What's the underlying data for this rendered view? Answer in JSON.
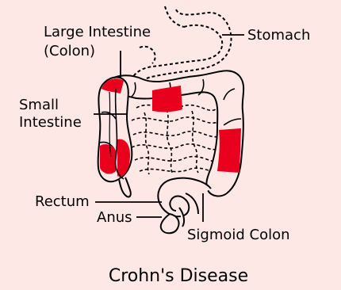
{
  "title": "Crohn's Disease",
  "labels": {
    "large_intestine_line1": "Large Intestine",
    "large_intestine_line2": "(Colon)",
    "stomach": "Stomach",
    "small_intestine_line1": "Small",
    "small_intestine_line2": "Intestine",
    "rectum": "Rectum",
    "anus": "Anus",
    "sigmoid_colon": "Sigmoid Colon"
  },
  "colors": {
    "background": "#fde8e6",
    "tissue": "#fde8e6",
    "inflamed": "#e8001c",
    "outline": "#000000"
  }
}
